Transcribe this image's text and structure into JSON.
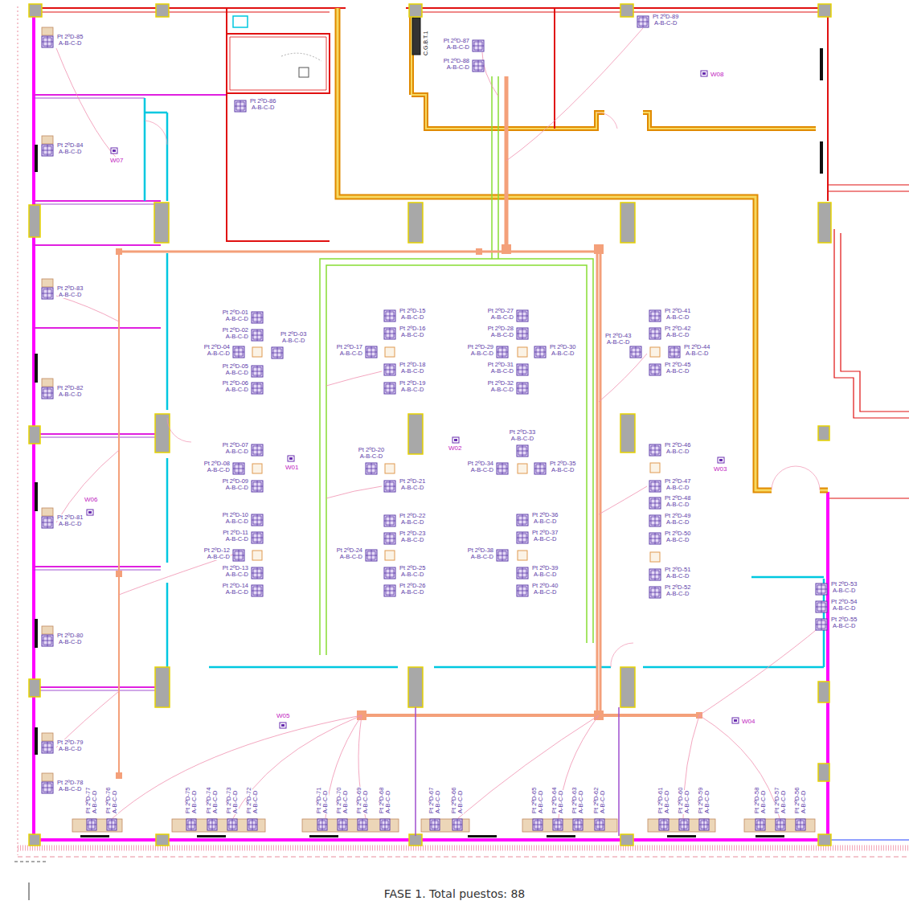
{
  "diagram": {
    "caption": "FASE 1. Total puestos: 88",
    "labels": [
      "Pt 2ºD-01",
      "A-B-C-D",
      "Pt 2ºD-02",
      "A-B-C-D",
      "Pt 2ºD-03",
      "A-B-C-D",
      "Pt 2ºD-04",
      "A-B-C-D",
      "Pt 2ºD-05",
      "A-B-C-D",
      "Pt 2ºD-06",
      "A-B-C-D",
      "Pt 2ºD-07",
      "A-B-C-D",
      "Pt 2ºD-08",
      "A-B-C-D",
      "Pt 2ºD-09",
      "A-B-C-D",
      "Pt 2ºD-10",
      "A-B-C-D",
      "Pt 2ºD-11",
      "A-B-C-D",
      "Pt 2ºD-12",
      "A-B-C-D",
      "Pt 2ºD-13",
      "A-B-C-D",
      "Pt 2ºD-14",
      "A-B-C-D",
      "Pt 2ºD-15",
      "A-B-C-D",
      "Pt 2ºD-16",
      "A-B-C-D",
      "Pt 2ºD-17",
      "A-B-C-D",
      "Pt 2ºD-18",
      "A-B-C-D",
      "Pt 2ºD-19",
      "A-B-C-D",
      "Pt 2ºD-20",
      "A-B-C-D",
      "Pt 2ºD-21",
      "A-B-C-D",
      "Pt 2ºD-22",
      "A-B-C-D",
      "Pt 2ºD-23",
      "A-B-C-D",
      "Pt 2ºD-24",
      "A-B-C-D",
      "Pt 2ºD-25",
      "A-B-C-D",
      "Pt 2ºD-26",
      "A-B-C-D",
      "Pt 2ºD-27",
      "A-B-C-D",
      "Pt 2ºD-28",
      "A-B-C-D",
      "Pt 2ºD-29",
      "A-B-C-D",
      "Pt 2ºD-30",
      "A-B-C-D",
      "Pt 2ºD-31",
      "A-B-C-D",
      "Pt 2ºD-32",
      "A-B-C-D",
      "Pt 2ºD-33",
      "A-B-C-D",
      "Pt 2ºD-34",
      "A-B-C-D",
      "Pt 2ºD-35",
      "A-B-C-D",
      "Pt 2ºD-36",
      "A-B-C-D",
      "Pt 2ºD-37",
      "A-B-C-D",
      "Pt 2ºD-38",
      "A-B-C-D",
      "Pt 2ºD-39",
      "A-B-C-D",
      "Pt 2ºD-40",
      "A-B-C-D",
      "Pt 2ºD-41",
      "A-B-C-D",
      "Pt 2ºD-42",
      "A-B-C-D",
      "Pt 2ºD-43",
      "A-B-C-D",
      "Pt 2ºD-44",
      "A-B-C-D",
      "Pt 2ºD-45",
      "A-B-C-D",
      "Pt 2ºD-46",
      "A-B-C-D",
      "Pt 2ºD-47",
      "A-B-C-D",
      "Pt 2ºD-48",
      "A-B-C-D",
      "Pt 2ºD-49",
      "A-B-C-D",
      "Pt 2ºD-50",
      "A-B-C-D",
      "Pt 2ºD-51",
      "A-B-C-D",
      "Pt 2ºD-52",
      "A-B-C-D",
      "Pt 2ºD-53",
      "A-B-C-D",
      "Pt 2ºD-54",
      "A-B-C-D",
      "Pt 2ºD-55",
      "A-B-C-D",
      "Pt 2ºD-56",
      "A-B-C-D",
      "Pt 2ºD-57",
      "A-B-C-D",
      "Pt 2ºD-58",
      "A-B-C-D",
      "Pt 2ºD-59",
      "A-B-C-D",
      "Pt 2ºD-60",
      "A-B-C-D",
      "Pt 2ºD-61",
      "A-B-C-D",
      "Pt 2ºD-62",
      "A-B-C-D",
      "Pt 2ºD-63",
      "A-B-C-D",
      "Pt 2ºD-64",
      "A-B-C-D",
      "Pt 2ºD-65",
      "A-B-C-D",
      "Pt 2ºD-66",
      "A-B-C-D",
      "Pt 2ºD-67",
      "A-B-C-D",
      "Pt 2ºD-68",
      "A-B-C-D",
      "Pt 2ºD-69",
      "A-B-C-D",
      "Pt 2ºD-70",
      "A-B-C-D",
      "Pt 2ºD-71",
      "A-B-C-D",
      "Pt 2ºD-72",
      "A-B-C-D",
      "Pt 2ºD-73",
      "A-B-C-D",
      "Pt 2ºD-74",
      "A-B-C-D",
      "Pt 2ºD-75",
      "A-B-C-D",
      "Pt 2ºD-76",
      "A-B-C-D",
      "Pt 2ºD-77",
      "A-B-C-D",
      "Pt 2ºD-78",
      "A-B-C-D",
      "Pt 2ºD-79",
      "A-B-C-D",
      "Pt 2ºD-80",
      "A-B-C-D",
      "Pt 2ºD-81",
      "A-B-C-D",
      "Pt 2ºD-82",
      "A-B-C-D",
      "Pt 2ºD-83",
      "A-B-C-D",
      "Pt 2ºD-84",
      "A-B-C-D",
      "Pt 2ºD-85",
      "A-B-C-D",
      "Pt 2ºD-86",
      "A-B-C-D",
      "Pt 2ºD-87",
      "A-B-C-D",
      "Pt 2ºD-88",
      "A-B-C-D",
      "Pt 2ºD-89",
      "A-B-C-D",
      "W01",
      "W02",
      "W03",
      "W04",
      "W05",
      "W06",
      "W07",
      "W08",
      "C.G.B.T.1"
    ]
  }
}
